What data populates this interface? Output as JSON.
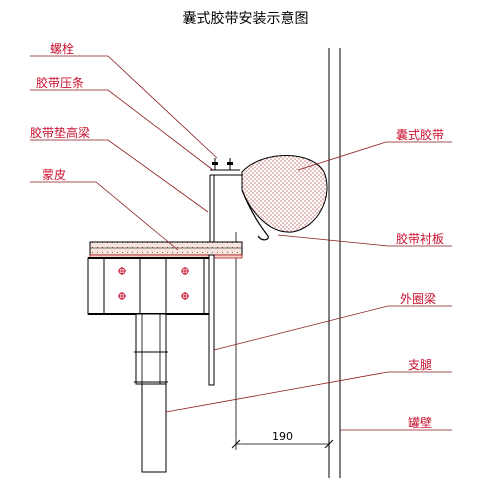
{
  "title": "囊式胶带安装示意图",
  "labels": {
    "bolt": "螺栓",
    "tape_press_strip": "胶带压条",
    "tape_pad_beam": "胶带垫高梁",
    "skin": "蒙皮",
    "bag_tape": "囊式胶带",
    "tape_liner": "胶带衬板",
    "outer_ring_beam": "外圈梁",
    "support_leg": "支腿",
    "tank_wall": "罐壁"
  },
  "dimension": "190",
  "colors": {
    "line": "#000000",
    "leader": "#8b1a1a",
    "text": "#c8102e",
    "beam_fill": "#f2dcd6"
  }
}
